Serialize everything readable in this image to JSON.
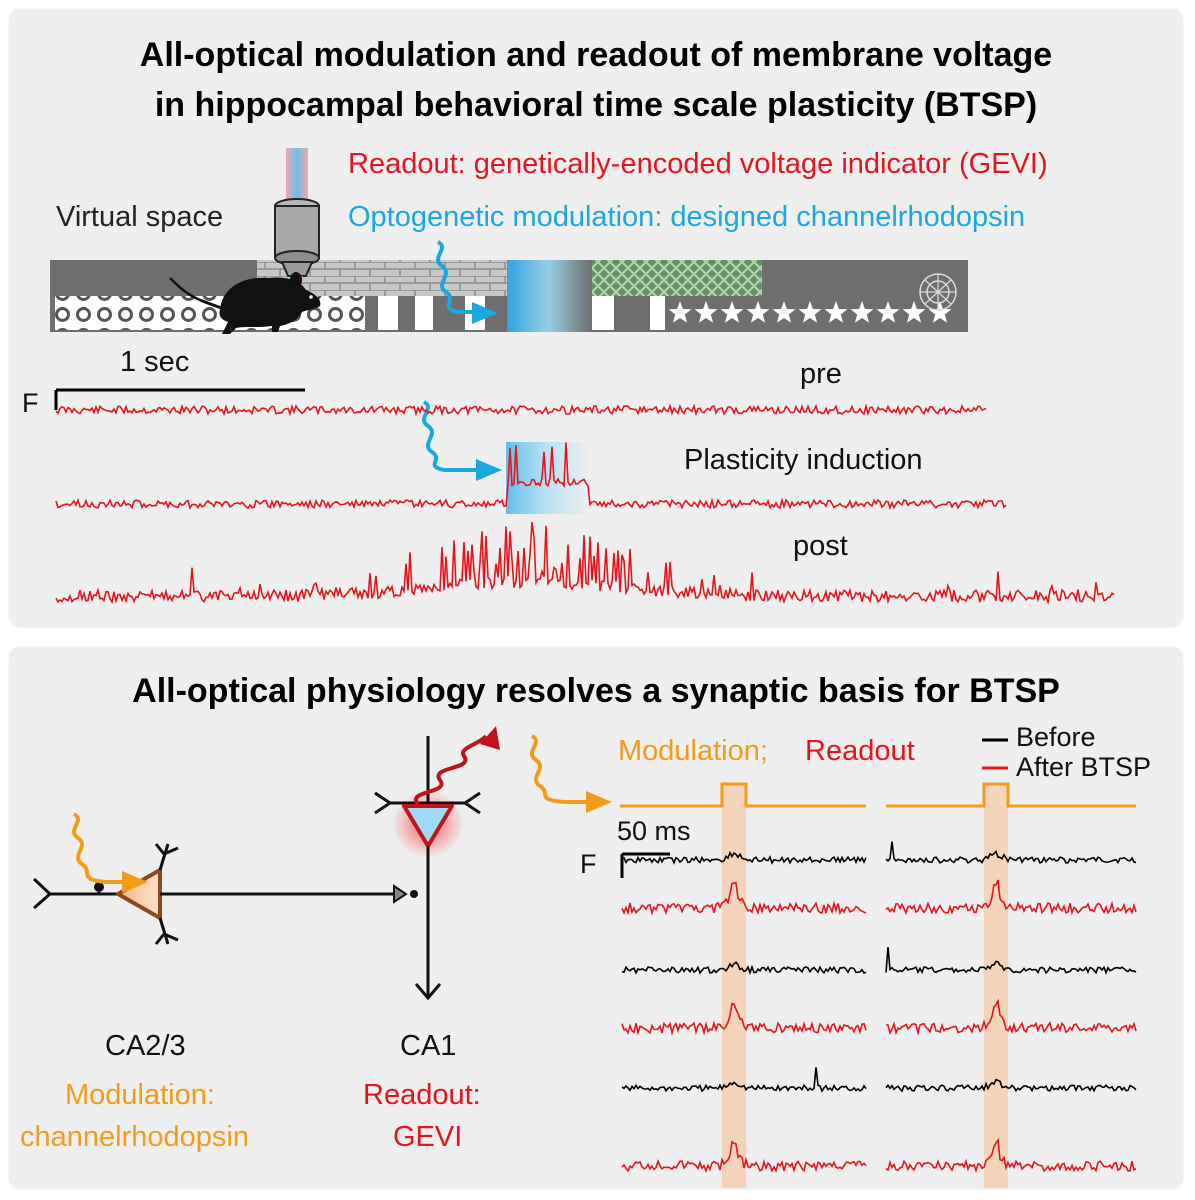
{
  "top_panel": {
    "title_line1": "All-optical modulation and readout of membrane voltage",
    "title_line2": "in hippocampal behavioral time scale plasticity (BTSP)",
    "readout_label": "Readout: genetically-encoded voltage indicator (GEVI)",
    "modulation_label": "Optogenetic modulation: designed channelrhodopsin",
    "virtual_space_label": "Virtual space",
    "scale_bar_time": "1 sec",
    "scale_bar_f": "F",
    "trace_labels": [
      "pre",
      "Plasticity induction",
      "post"
    ]
  },
  "bottom_panel": {
    "title": "All-optical physiology resolves a synaptic basis for BTSP",
    "modulation_text": "Modulation;",
    "readout_text": "Readout",
    "legend": [
      {
        "label": "Before",
        "color": "#000000"
      },
      {
        "label": "After BTSP",
        "color": "#e8141c"
      }
    ],
    "scale_bar_time": "50 ms",
    "scale_bar_f": "F",
    "ca23_label": "CA2/3",
    "ca23_desc_line1": "Modulation:",
    "ca23_desc_line2": "channelrhodopsin",
    "ca1_label": "CA1",
    "ca1_desc_line1": "Readout:",
    "ca1_desc_line2": "GEVI"
  },
  "colors": {
    "red": "#e8141c",
    "blue": "#1ba7e0",
    "orange": "#f39b1b",
    "dark_red": "#c0141c",
    "brown": "#8a4a1e"
  },
  "icons": [
    "mouse-icon",
    "objective-lens-icon",
    "light-wave-icon",
    "neuron-icon"
  ]
}
